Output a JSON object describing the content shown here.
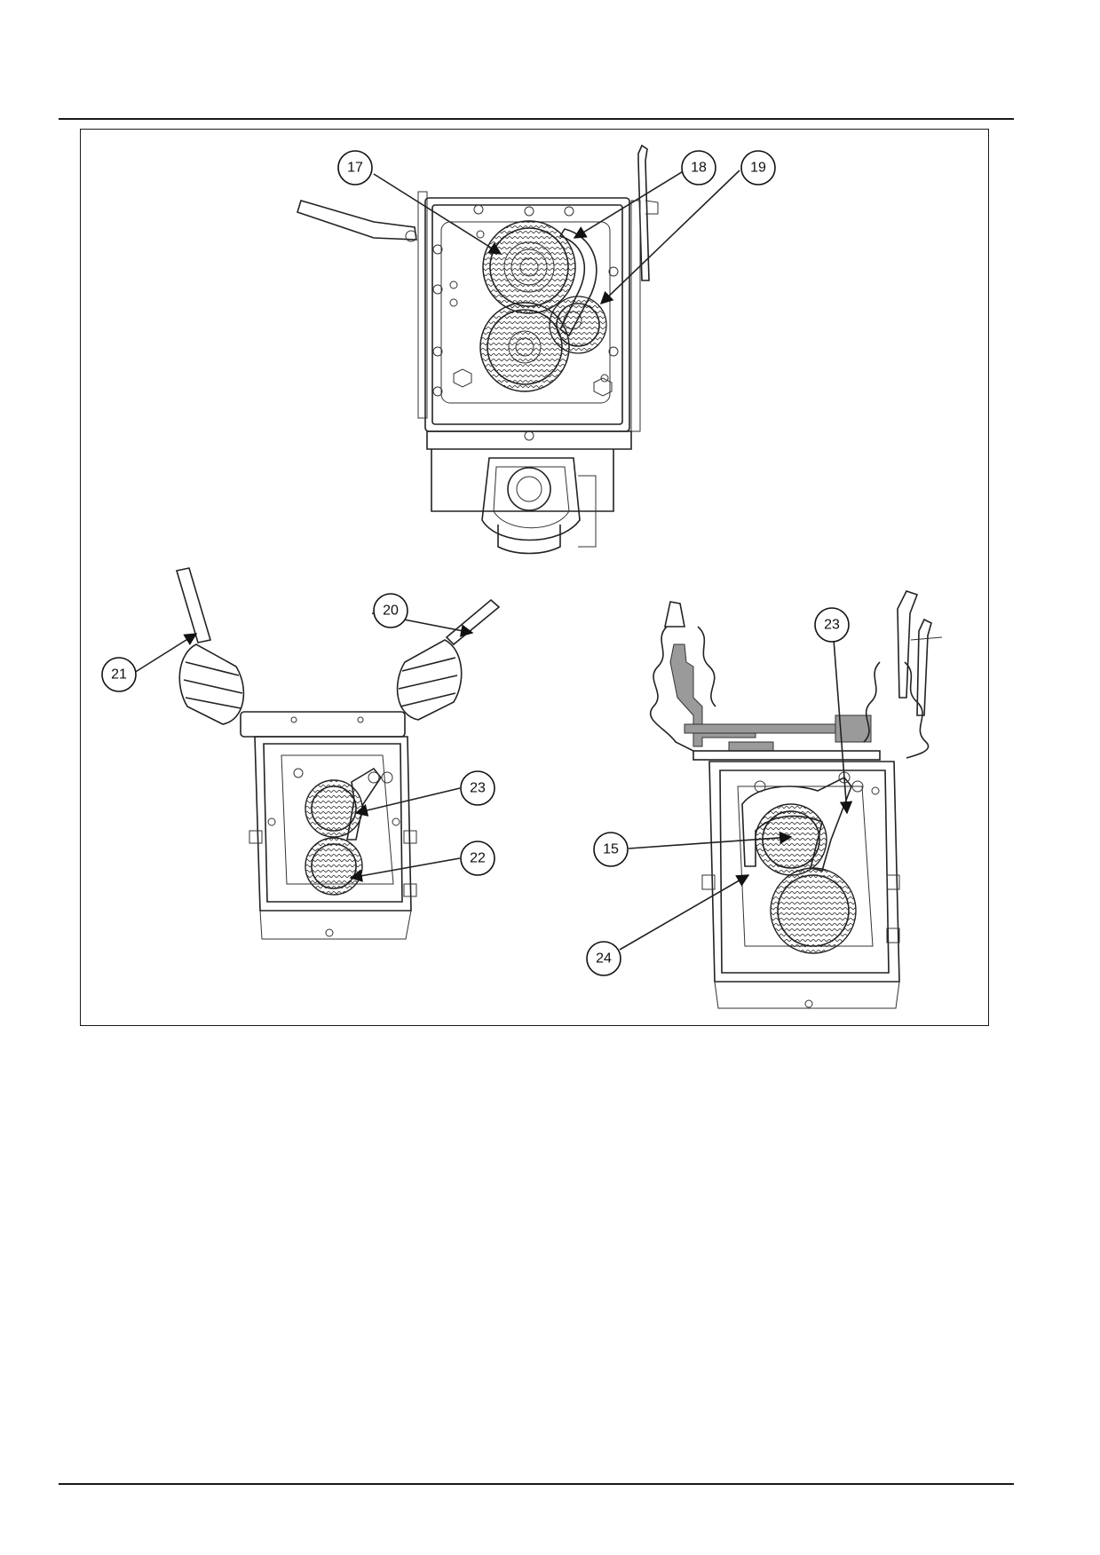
{
  "figure": {
    "callouts": [
      {
        "id": "17",
        "label": "17"
      },
      {
        "id": "18",
        "label": "18"
      },
      {
        "id": "19",
        "label": "19"
      },
      {
        "id": "20",
        "label": "20"
      },
      {
        "id": "21",
        "label": "21"
      },
      {
        "id": "23a",
        "label": "23"
      },
      {
        "id": "22",
        "label": "22"
      },
      {
        "id": "23b",
        "label": "23"
      },
      {
        "id": "15",
        "label": "15"
      },
      {
        "id": "24",
        "label": "24"
      }
    ]
  }
}
